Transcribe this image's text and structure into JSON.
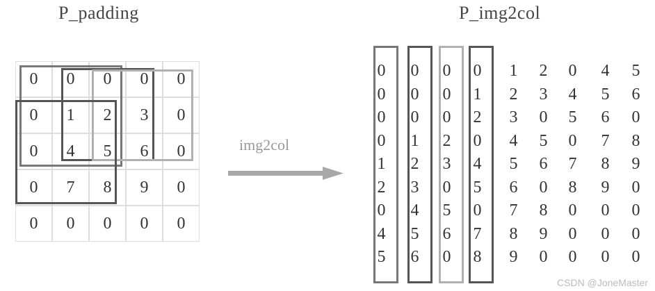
{
  "left_title": "P_padding",
  "right_title": "P_img2col",
  "arrow_label": "img2col",
  "watermark": "CSDN @JoneMaster",
  "padding_grid": [
    [
      "0",
      "0",
      "0",
      "0",
      "0"
    ],
    [
      "0",
      "1",
      "2",
      "3",
      "0"
    ],
    [
      "0",
      "4",
      "5",
      "6",
      "0"
    ],
    [
      "0",
      "7",
      "8",
      "9",
      "0"
    ],
    [
      "0",
      "0",
      "0",
      "0",
      "0"
    ]
  ],
  "img2col_rows": [
    [
      "0",
      "0",
      "0",
      "0",
      "1",
      "2",
      "0",
      "4",
      "5"
    ],
    [
      "0",
      "0",
      "0",
      "1",
      "2",
      "3",
      "4",
      "5",
      "6"
    ],
    [
      "0",
      "0",
      "0",
      "2",
      "3",
      "0",
      "5",
      "6",
      "0"
    ],
    [
      "0",
      "1",
      "2",
      "0",
      "4",
      "5",
      "0",
      "7",
      "8"
    ],
    [
      "1",
      "2",
      "3",
      "4",
      "5",
      "6",
      "7",
      "8",
      "9"
    ],
    [
      "2",
      "3",
      "0",
      "5",
      "6",
      "0",
      "8",
      "9",
      "0"
    ],
    [
      "0",
      "4",
      "5",
      "0",
      "7",
      "8",
      "0",
      "0",
      "0"
    ],
    [
      "4",
      "5",
      "6",
      "7",
      "8",
      "9",
      "0",
      "0",
      "0"
    ],
    [
      "5",
      "6",
      "0",
      "8",
      "9",
      "0",
      "0",
      "0",
      "0"
    ]
  ],
  "colors": {
    "window_dark": "#555555",
    "window_mid": "#777777",
    "window_light": "#b0b0b0",
    "arrow": "#a8a8a8"
  }
}
